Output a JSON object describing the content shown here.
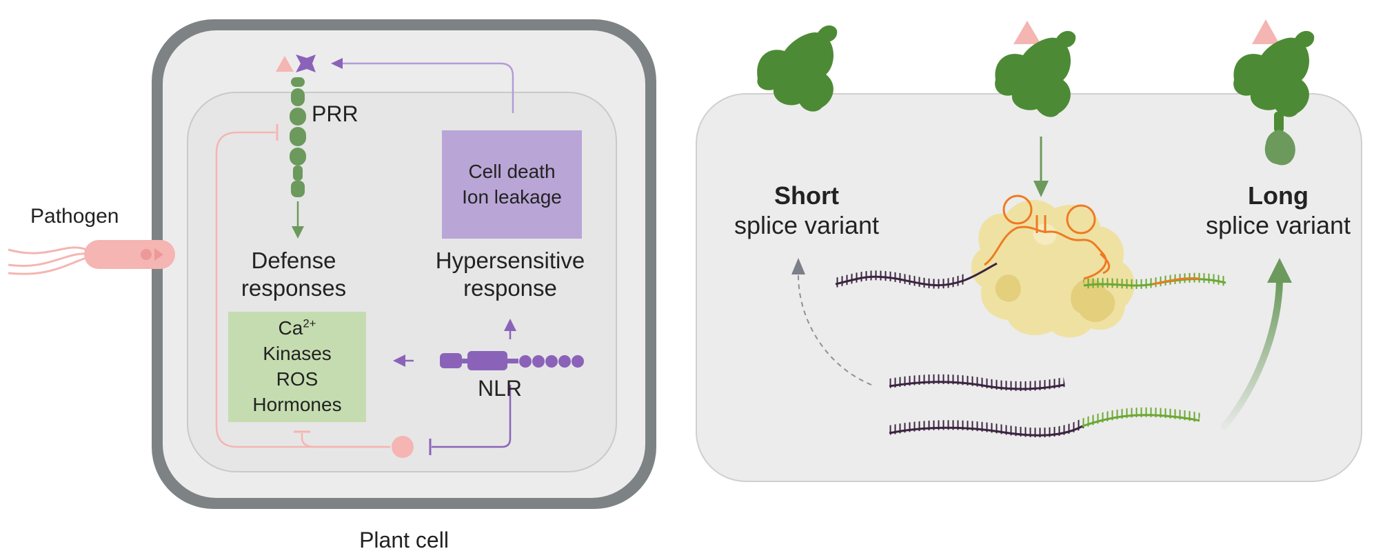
{
  "left_panel": {
    "pathogen_label": "Pathogen",
    "prr_label": "PRR",
    "nlr_label": "NLR",
    "defense": {
      "line1": "Defense",
      "line2": "responses"
    },
    "hypersensitive": {
      "line1": "Hypersensitive",
      "line2": "response"
    },
    "cell_death_box": {
      "line1": "Cell death",
      "line2": "Ion leakage"
    },
    "signaling_box": {
      "ca_base": "Ca",
      "ca_sup": "2+",
      "line2": "Kinases",
      "line3": "ROS",
      "line4": "Hormones"
    },
    "plant_cell_label": "Plant cell"
  },
  "right_panel": {
    "short": {
      "line1": "Short",
      "line2": "splice variant"
    },
    "long": {
      "line1": "Long",
      "line2": "splice variant"
    }
  },
  "colors": {
    "cell_wall": "#7d8285",
    "cell_fill": "#ececec",
    "prr_green": "#6b9a5c",
    "nlr_purple": "#8a63b9",
    "pathogen_pink": "#f5b5b2",
    "purple_box": "#b9a5d6",
    "green_box": "#c5dcb0",
    "receptor_green": "#4d8a35",
    "rna_dark": "#3a2340",
    "rna_green": "#6aa832",
    "orange_rna": "#ee7a22",
    "spliceosome_yellow": "#efe1a2"
  }
}
